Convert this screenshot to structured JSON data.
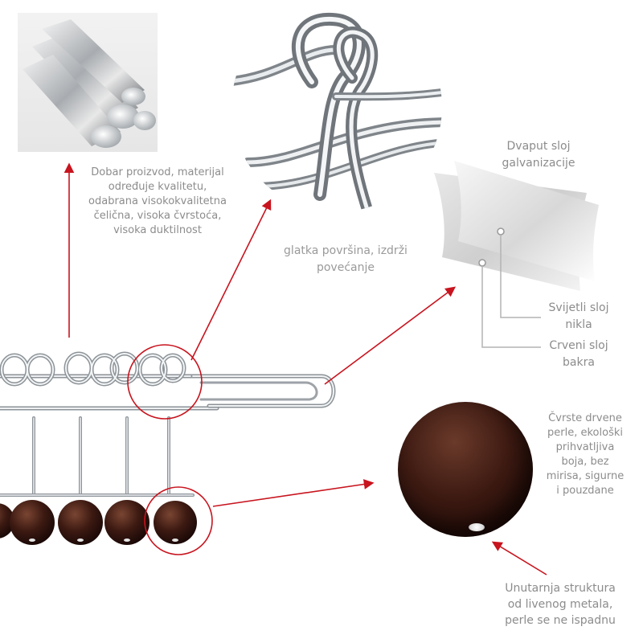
{
  "callouts": {
    "material": {
      "lines": [
        "Dobar proizvod, materijal",
        "određuje kvalitetu,",
        "odabrana visokokvalitetna",
        "čelična, visoka čvrstoća,",
        "visoka duktilnost"
      ]
    },
    "surface": {
      "lines": [
        "glatka površina, izdrži",
        "povećanje"
      ]
    },
    "plating": {
      "lines": [
        "Dvaput sloj",
        "galvanizacije"
      ]
    },
    "nickel": {
      "lines": [
        "Svijetli sloj",
        "nikla"
      ]
    },
    "copper": {
      "lines": [
        "Crveni sloj",
        "bakra"
      ]
    },
    "beads": {
      "lines": [
        "Čvrste drvene",
        "perle, ekološki",
        "prihvatljiva",
        "boja, bez",
        "mirisa, sigurne",
        "i pouzdane"
      ]
    },
    "structure": {
      "lines": [
        "Unutarnja struktura",
        "od livenog metala,",
        "perle se ne ispadnu"
      ]
    }
  },
  "colors": {
    "arrow": "#c8141e",
    "text": "#8c8c8c",
    "wood": "#3d1a12",
    "steel": "#b9bec4"
  },
  "icons": [
    "steel-rods-photo",
    "wire-zoom-photo",
    "plating-layers-diagram",
    "wood-bead-photo",
    "puzzle-product-photo"
  ]
}
